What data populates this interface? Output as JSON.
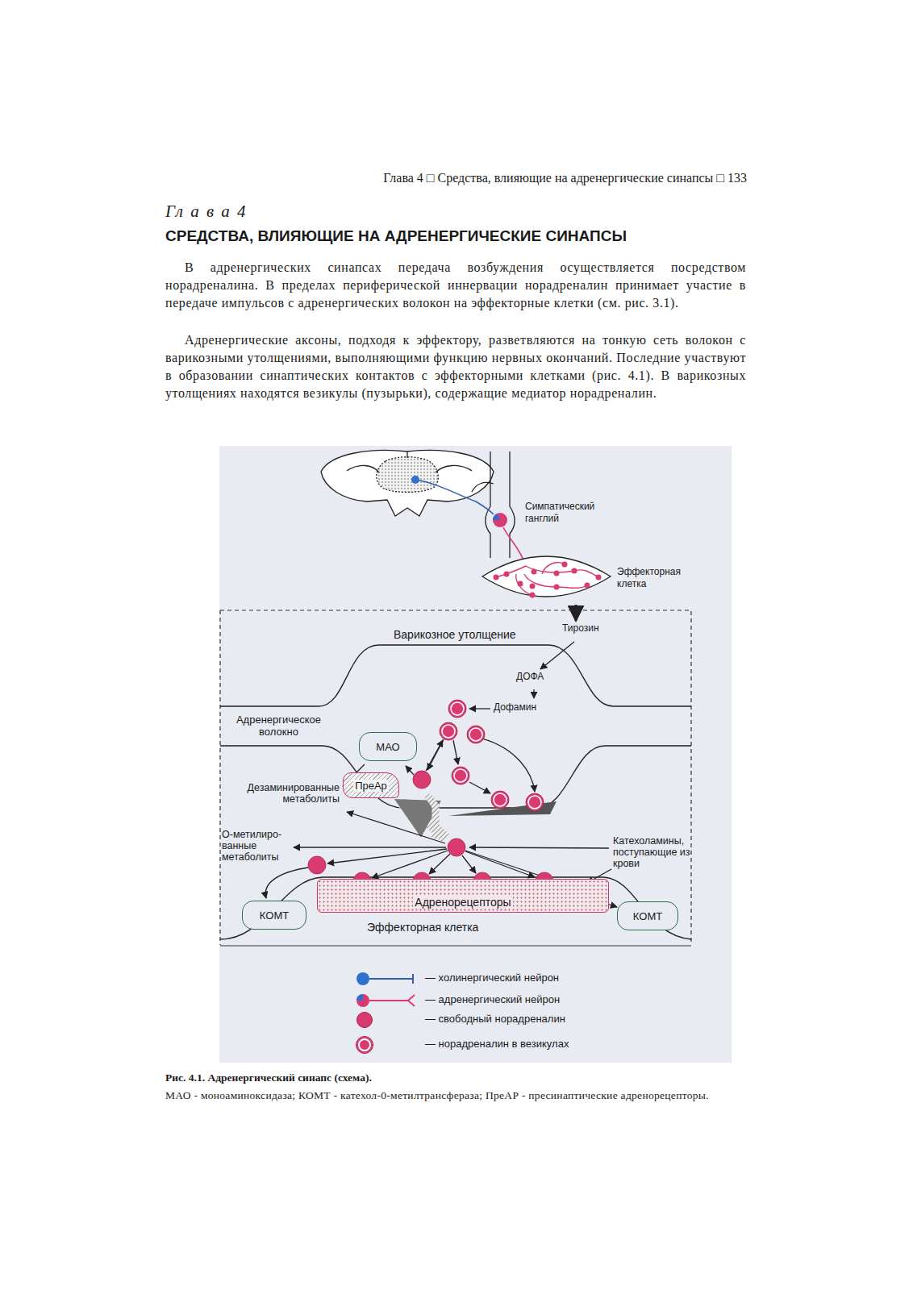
{
  "diagram": {
    "title": "СРЕДСТВА, ВЛИЯЮЩИЕ НА АДРЕНЕРГИЧЕСКИЕ СИНАПСЫ",
    "caption": "Рис. 4.1. Адренергический синапс (схема).",
    "nodes": [
      {
        "text": [
          "МАО"
        ]
      },
      {
        "text": [
          "ПреАр"
        ]
      },
      {
        "text": [
          "КОМТ"
        ]
      },
      {
        "text": [
          "КОМТ"
        ]
      },
      {
        "text": [
          "Адренорецепторы"
        ]
      }
    ],
    "labels": [
      "Глава 4 □ Средства, влияющие на адренергические синапсы □ 133",
      "Гл а в а 4",
      "В адренергических синапсах передача возбуждения осуществляется посредством норадреналина. В пределах периферической иннервации норадреналин принимает участие в передаче импульсов с адренергических волокон на эффекторные клетки (см. рис. 3.1).",
      "Адренергические аксоны, подходя к эффектору, разветвляются на тонкую сеть волокон с варикозными утолщениями, выполняющими функцию нервных окончаний. Последние участвуют в образовании синаптических контактов с эффекторными клетками (рис. 4.1). В варикозных утолщениях находятся везикулы (пузырьки), содержащие медиатор норадреналин.",
      "Симпатический ганглий",
      "Эффекторная клетка",
      "Варикозное утолщение",
      "Тирозин",
      "ДОФА",
      "Дофамин",
      "Адренергическое волокно",
      "Дезаминированные метаболиты",
      "О-метилиро- ванные метаболиты",
      "Катехоламины, поступающие из крови",
      "Эффекторная клетка",
      "МАО - моноаминоксидаза; КОМТ - катехол-0-метилтрансфераза; ПреАР - пресинаптические адренорецепторы."
    ],
    "legend": [
      {
        "text": "— холинергический нейрон"
      },
      {
        "text": "— адренергический нейрон"
      },
      {
        "text": "— свободный норадреналин",
        "color": "#d93a6f"
      },
      {
        "text": "— норадреналин в везикулах",
        "color": "#d93a6f"
      }
    ]
  }
}
